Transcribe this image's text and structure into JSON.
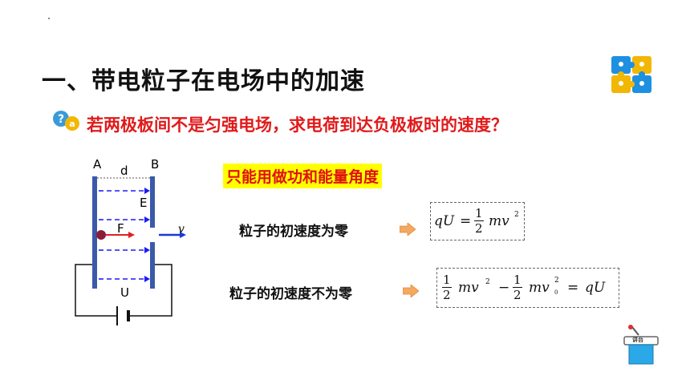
{
  "title": "一、带电粒子在电场中的加速",
  "question": "若两极板间不是匀强电场，求电荷到达负极板时的速度？",
  "highlight": "只能用做功和能量角度",
  "diagram": {
    "plate_a": "A",
    "plate_b": "B",
    "distance": "d",
    "field": "E",
    "force": "F",
    "velocity": "v",
    "voltage": "U"
  },
  "case1": {
    "condition": "粒子的初速度为零",
    "formula": {
      "lhs": "qU",
      "eq": "=",
      "num": "1",
      "den": "2",
      "term": "mv",
      "exp": "2"
    }
  },
  "case2": {
    "condition": "粒子的初速度不为零",
    "formula": {
      "num1": "1",
      "den1": "2",
      "term1": "mv",
      "exp1": "2",
      "minus": "−",
      "num2": "1",
      "den2": "2",
      "term2": "mv",
      "exp2": "2",
      "sub2": "0",
      "eq": "=",
      "rhs": "qU"
    }
  },
  "podium_label": "讲台",
  "colors": {
    "title": "#111111",
    "question": "#e01a1a",
    "highlight_bg": "#ffff00",
    "field_lines": "#1a1aff",
    "plates": "#3a5aa8",
    "arrow": "#f4a860"
  }
}
